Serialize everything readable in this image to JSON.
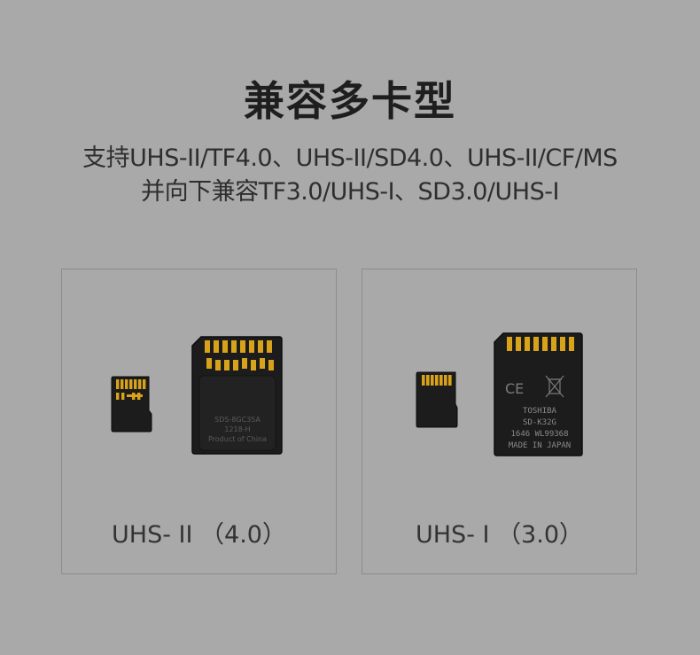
{
  "heading": {
    "title": "兼容多卡型",
    "line1": "支持UHS-II/TF4.0、UHS-II/SD4.0、UHS-II/CF/MS",
    "line2": "并向下兼容TF3.0/UHS-I、SD3.0/UHS-I"
  },
  "panels": [
    {
      "label": "UHS- II （4.0）",
      "sd_text": [
        "SDS-8GC35A",
        "1218-H",
        "Product of China"
      ]
    },
    {
      "label": "UHS- I （3.0）",
      "sd_text": [
        "TOSHIBA",
        "SD-K32G",
        "1646 WL99368",
        "MADE IN JAPAN"
      ],
      "ce_mark": "CE"
    }
  ],
  "colors": {
    "background": "#a9a9a9",
    "card": "#1c1c1c",
    "contact": "#d9a21b"
  }
}
